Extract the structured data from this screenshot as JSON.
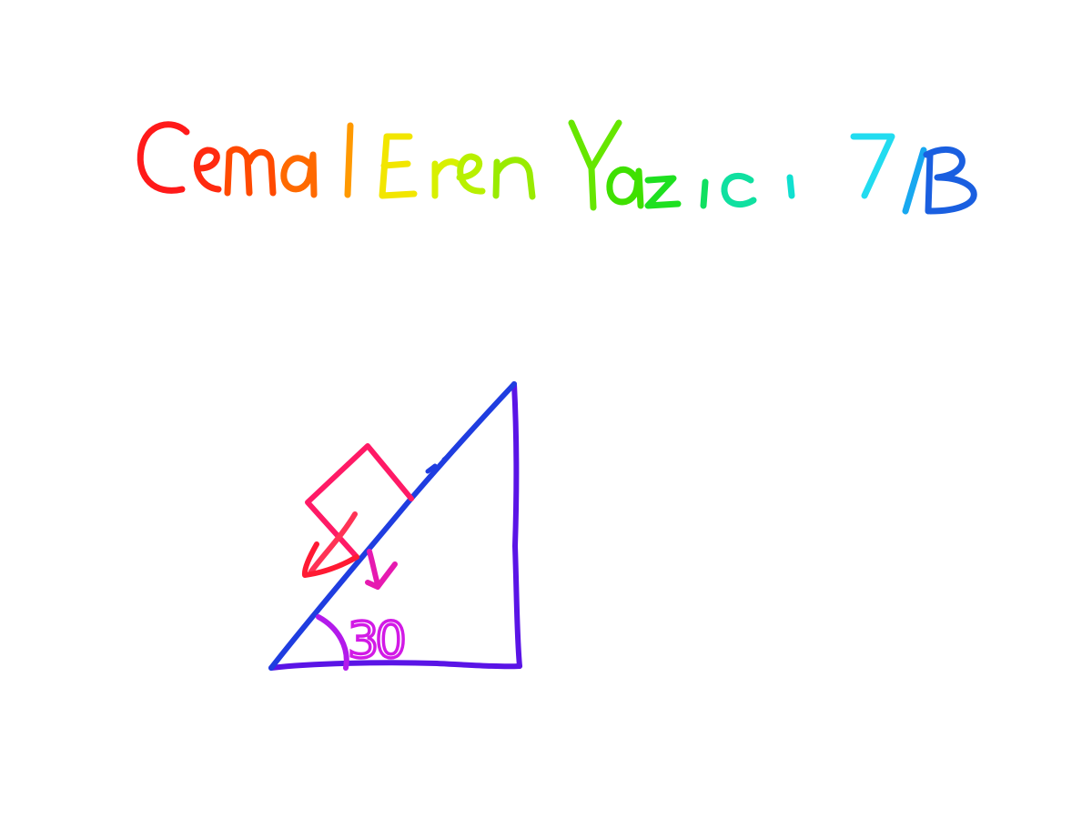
{
  "handwritten_title": {
    "first_name": "Cemal",
    "middle_name": "Eren",
    "last_name": "Yazici",
    "class": "7/B"
  },
  "diagram": {
    "angle_label": "30",
    "colors": {
      "title_red": "#ff1a1a",
      "title_orange": "#ff9900",
      "title_yellow": "#e6f000",
      "title_green": "#66e600",
      "title_cyan": "#22dcf0",
      "title_blue": "#1a5fe0",
      "triangle": "#5a14e6",
      "incline": "#1f3de0",
      "block": "#ff1a66",
      "arrow": "#ff3355",
      "normal_arrow": "#e61ab0",
      "angle_mark": "#b31aeb"
    }
  }
}
